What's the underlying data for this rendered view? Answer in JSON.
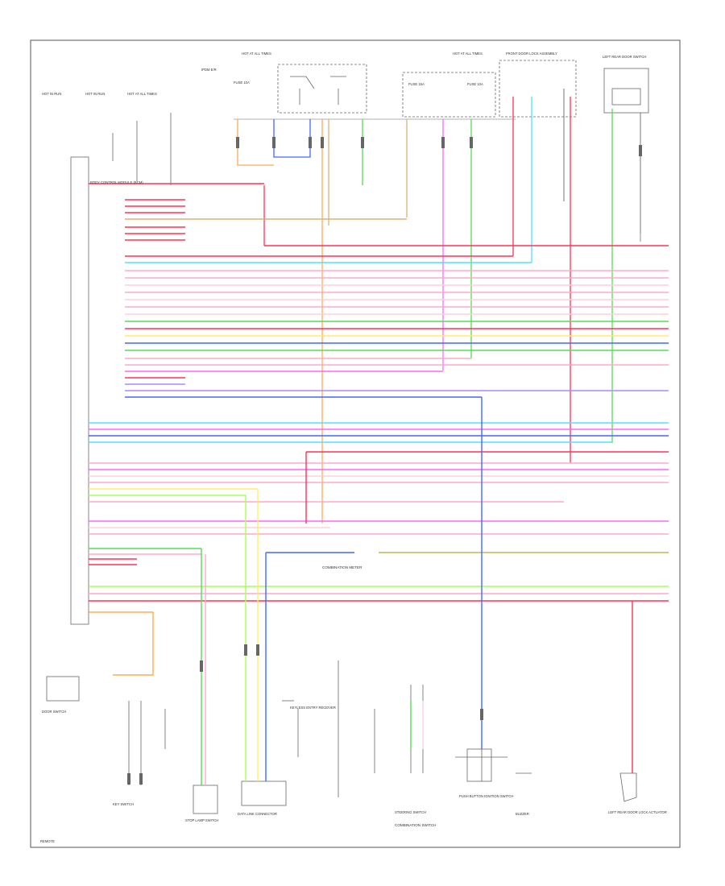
{
  "diagram": {
    "frame_label": "",
    "label_color": "#333333",
    "texts": {
      "top_left_a": "HOT IN RUN",
      "top_left_b": "HOT IN RUN",
      "top_left_c": "HOT AT ALL TIMES",
      "bcm_label": "BODY CONTROL MODULE (BCM)",
      "ipdm_label": "IPDM E/R",
      "fuse_1": "FUSE 10A",
      "fuse_2": "FUSE 15A",
      "fuse_3": "FUSE 10A",
      "hot_all_1": "HOT AT ALL TIMES",
      "hot_all_2": "HOT AT ALL TIMES",
      "right_top": "FRONT DOOR LOCK ASSEMBLY",
      "right_top2": "LEFT REAR DOOR SWITCH",
      "center_note": "COMBINATION METER",
      "lower_left": "DOOR SWITCH",
      "lower_1": "KEY SWITCH",
      "lower_2": "STOP LAMP SWITCH",
      "lower_3": "KEYLESS ENTRY RECEIVER",
      "lower_4": "DATA LINK CONNECTOR",
      "lower_5": "STEERING SWITCH",
      "lower_6": "PUSH BUTTON IGNITION SWITCH",
      "lower_7": "BUZZER",
      "lower_8": "LEFT REAR DOOR LOCK ACTUATOR",
      "bottom_mid": "COMBINATION SWITCH",
      "footer_left": "REMOTE"
    }
  },
  "colors": {
    "frame": "#555555",
    "wire_gray": "#9a9a9a",
    "red": "#ff3355",
    "pink": "#ffaacc",
    "light_pink": "#ffd0dc",
    "orange": "#ffaa55",
    "tan": "#d9b47a",
    "yellow": "#ffee66",
    "lime": "#aaff55",
    "green": "#55dd55",
    "cyan": "#55ddff",
    "blue": "#4466ff",
    "violet": "#aa88ff",
    "magenta": "#ff66ff",
    "olive": "#bbbb55",
    "brown": "#c08a4a"
  }
}
